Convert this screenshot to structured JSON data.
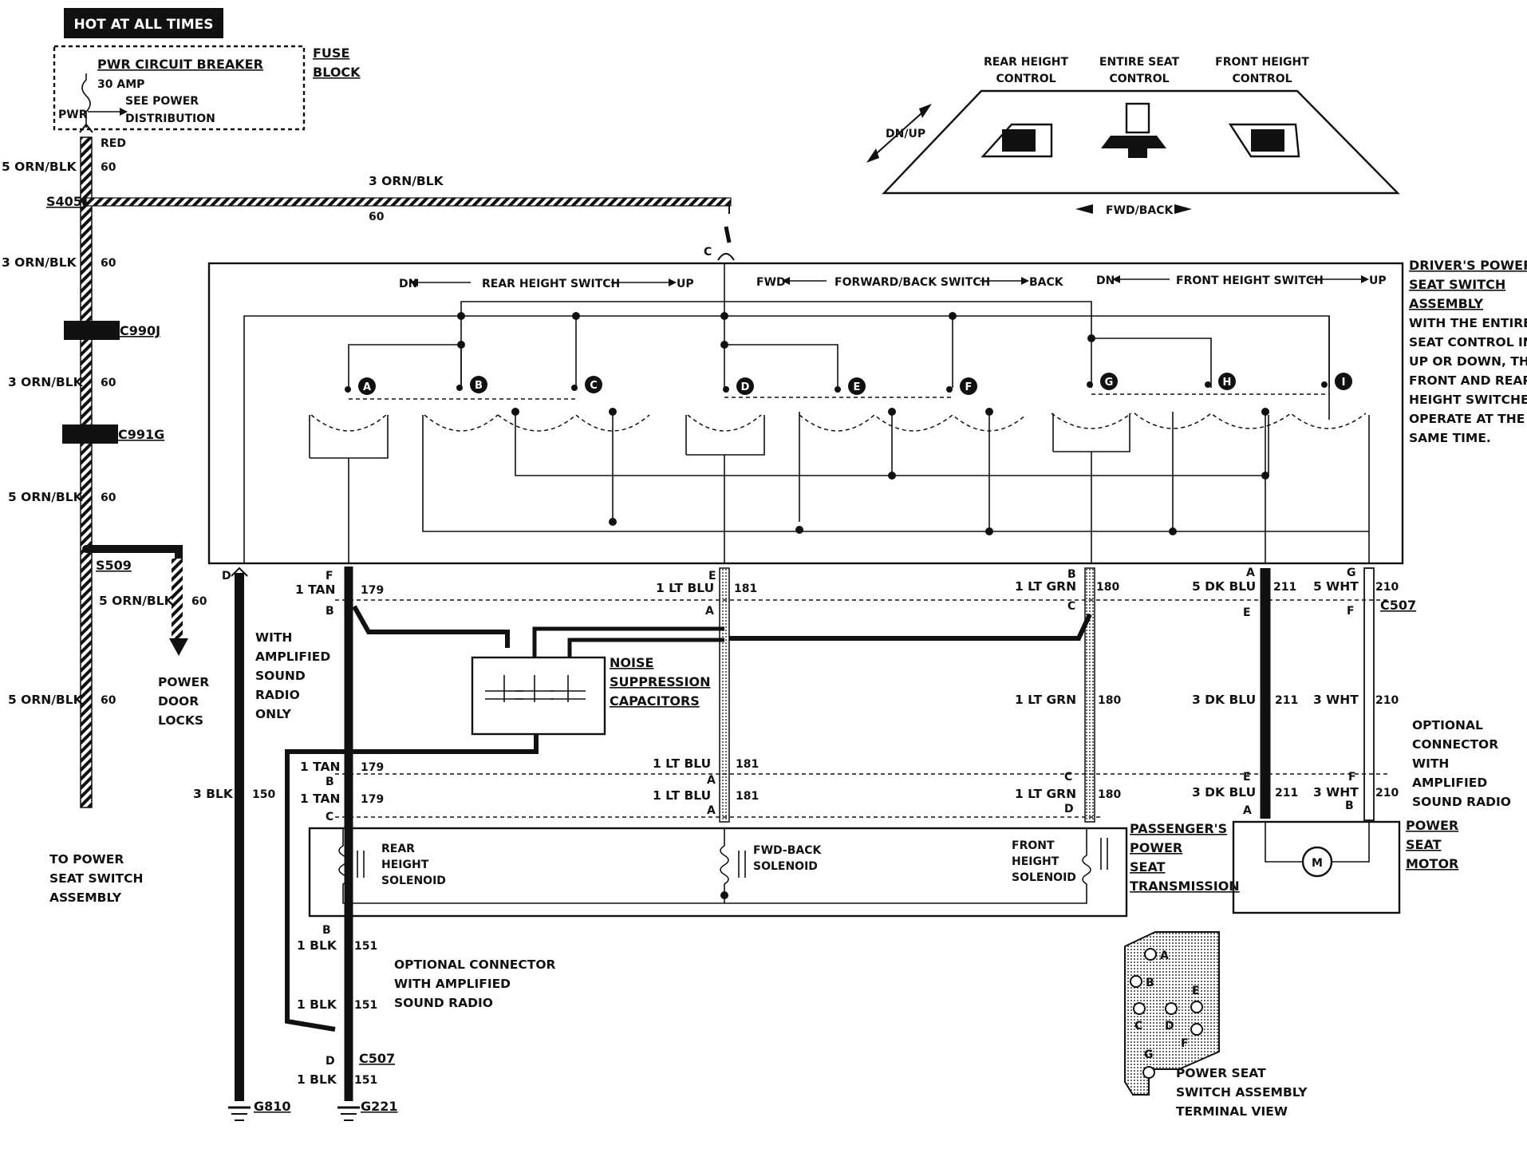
{
  "header": {
    "hot_at_all_times": "HOT AT ALL TIMES"
  },
  "fuse": {
    "breaker_title": "PWR CIRCUIT BREAKER",
    "amp": "30 AMP",
    "see_power_1": "SEE POWER",
    "see_power_2": "DISTRIBUTION",
    "pwr": "PWR",
    "fuse_1": "FUSE",
    "fuse_2": "BLOCK"
  },
  "left_wires": {
    "red": "RED",
    "w1_label": "5 ORN/BLK",
    "w1_circuit": "60",
    "s405": "S405",
    "w2_label": "3 ORN/BLK",
    "w2_circuit": "60",
    "c990j": "C990J",
    "w3_label": "3 ORN/BLK",
    "w3_circuit": "60",
    "c991g": "C991G",
    "w4_label": "5 ORN/BLK",
    "w4_circuit": "60",
    "s509": "S509",
    "w5_label": "5 ORN/BLK",
    "w5_circuit": "60",
    "w6_label": "5 ORN/BLK",
    "w6_circuit": "60",
    "power_door_1": "POWER",
    "power_door_2": "DOOR",
    "power_door_3": "LOCKS",
    "to_power_1": "TO POWER",
    "to_power_2": "SEAT SWITCH",
    "to_power_3": "ASSEMBLY"
  },
  "top_wire": {
    "label": "3 ORN/BLK",
    "circuit": "60",
    "pin_c": "C"
  },
  "seat_control": {
    "rear": "REAR HEIGHT",
    "rear_2": "CONTROL",
    "entire": "ENTIRE SEAT",
    "entire_2": "CONTROL",
    "front": "FRONT HEIGHT",
    "front_2": "CONTROL",
    "dn_up": "DN/UP",
    "fwd_back": "FWD/BACK"
  },
  "switch_assembly": {
    "rear_dn": "DN",
    "rear_title": "REAR HEIGHT SWITCH",
    "rear_up": "UP",
    "fb_fwd": "FWD",
    "fb_title": "FORWARD/BACK SWITCH",
    "fb_back": "BACK",
    "front_dn": "DN",
    "front_title": "FRONT HEIGHT SWITCH",
    "front_up": "UP",
    "contacts": [
      "A",
      "B",
      "C",
      "D",
      "E",
      "F",
      "G",
      "H",
      "I"
    ],
    "desc": [
      "DRIVER'S POWER",
      "SEAT SWITCH",
      "ASSEMBLY",
      "WITH THE ENTIRE",
      "SEAT CONTROL IN",
      "UP OR DOWN, THE",
      "FRONT AND REAR",
      "HEIGHT SWITCHES",
      "OPERATE AT THE",
      "SAME TIME."
    ]
  },
  "output_pins": {
    "d": "D",
    "f": "F",
    "e": "E",
    "b": "B",
    "a": "A",
    "g": "G"
  },
  "wires_mid": {
    "tan_label": "1 TAN",
    "tan_circuit": "179",
    "tan_pin_b": "B",
    "ltblu_label": "1 LT BLU",
    "ltblu_circuit": "181",
    "ltblu_pin_a": "A",
    "ltgrn_label": "1 LT GRN",
    "ltgrn_circuit": "180",
    "ltgrn_pin_c": "C",
    "dkblu_label": "5 DK BLU",
    "dkblu_circuit": "211",
    "dkblu_pin_e": "E",
    "wht_label": "5 WHT",
    "wht_circuit": "210",
    "wht_pin_f": "F",
    "c507": "C507",
    "with_amp": [
      "WITH",
      "AMPLIFIED",
      "SOUND",
      "RADIO",
      "ONLY"
    ],
    "noise": [
      "NOISE",
      "SUPPRESSION",
      "CAPACITORS"
    ],
    "ltgrn2_label": "1 LT GRN",
    "ltgrn2_circuit": "180",
    "dkblu2_label": "3 DK BLU",
    "dkblu2_circuit": "211",
    "wht2_label": "3 WHT",
    "wht2_circuit": "210",
    "optional": [
      "OPTIONAL",
      "CONNECTOR",
      "WITH",
      "AMPLIFIED",
      "SOUND RADIO"
    ]
  },
  "lower": {
    "blk_label": "3 BLK",
    "blk_circuit": "150",
    "tan1_label": "1 TAN",
    "tan1_circuit": "179",
    "tan_pin_b": "B",
    "tan2_label": "1 TAN",
    "tan2_circuit": "179",
    "tan_pin_c": "C",
    "blu1_label": "1 LT BLU",
    "blu1_circuit": "181",
    "blu_pin_a": "A",
    "blu2_label": "1 LT BLU",
    "blu2_circuit": "181",
    "blu_pin_a2": "A",
    "grn_label": "1 LT GRN",
    "grn_circuit": "180",
    "grn_pin_c": "C",
    "grn_pin_d": "D",
    "dk_label": "3 DK BLU",
    "dk_circuit": "211",
    "dk_pin_e": "E",
    "dk_pin_a": "A",
    "wh_label": "3 WHT",
    "wh_circuit": "210",
    "wh_pin_f": "F",
    "wh_pin_b": "B"
  },
  "transmission": {
    "rear": [
      "REAR",
      "HEIGHT",
      "SOLENOID"
    ],
    "fwd": [
      "FWD-BACK",
      "SOLENOID"
    ],
    "front": [
      "FRONT",
      "HEIGHT",
      "SOLENOID"
    ],
    "title": [
      "PASSENGER'S",
      "POWER",
      "SEAT",
      "TRANSMISSION"
    ]
  },
  "motor": {
    "m": "M",
    "title": [
      "POWER",
      "SEAT",
      "MOTOR"
    ]
  },
  "bottom": {
    "pin_b": "B",
    "blk1_label": "1 BLK",
    "blk1_circuit": "151",
    "blk2_label": "1 BLK",
    "blk2_circuit": "151",
    "pin_d": "D",
    "c507": "C507",
    "blk3_label": "1 BLK",
    "blk3_circuit": "151",
    "g810": "G810",
    "g221": "G221",
    "optional": [
      "OPTIONAL CONNECTOR",
      "WITH AMPLIFIED",
      "SOUND RADIO"
    ]
  },
  "terminal_view": {
    "pins": [
      "A",
      "B",
      "C",
      "D",
      "E",
      "F",
      "G"
    ],
    "title": [
      "POWER SEAT",
      "SWITCH ASSEMBLY",
      "TERMINAL VIEW"
    ]
  }
}
